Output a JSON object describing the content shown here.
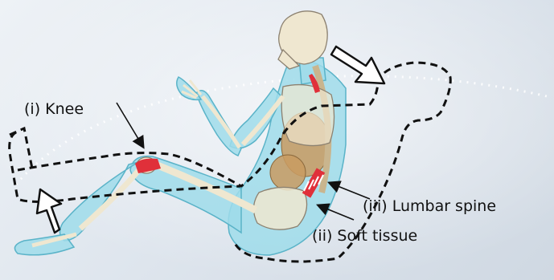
{
  "labels": {
    "knee": "(i) Knee",
    "lumbar_spine": "(iii) Lumbar spine",
    "soft_tissue": "(ii) Soft tissue"
  },
  "colors": {
    "flesh": "#9fdcea",
    "flesh_edge": "#5ab3c8",
    "bone": "#efe7d0",
    "bone_edge": "#8c8170",
    "organ": "#c99b62",
    "highlight": "#e0303a",
    "outline": "#111111",
    "arrow_fill": "#ffffff"
  }
}
